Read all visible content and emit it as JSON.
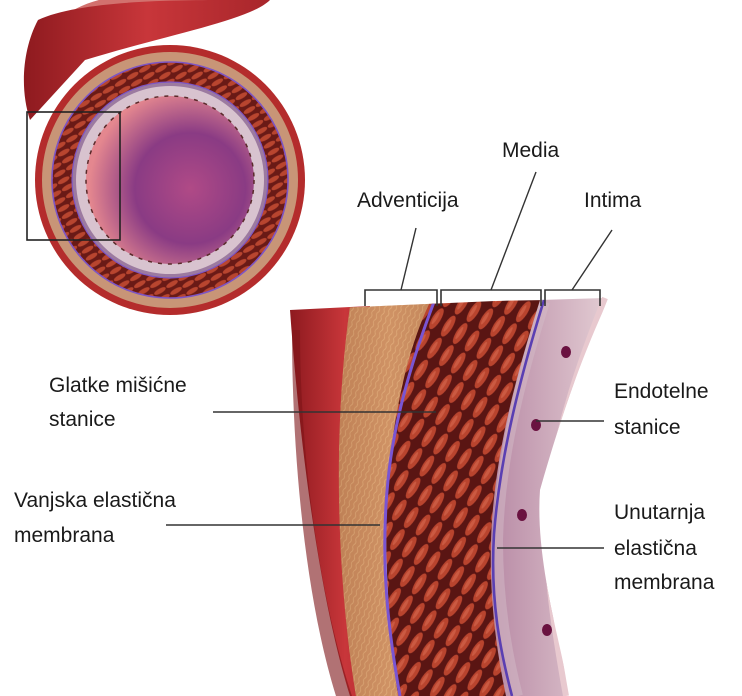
{
  "labels": {
    "media": "Media",
    "adventicija": "Adventicija",
    "intima": "Intima",
    "glatke_line1": "Glatke mišićne",
    "glatke_line2": "stanice",
    "endotelne_line1": "Endotelne",
    "endotelne_line2": "stanice",
    "vanjska_line1": "Vanjska elastična",
    "vanjska_line2": "membrana",
    "unutarnja_line1": "Unutarnja",
    "unutarnja_line2": "elastična",
    "unutarnja_line3": "membrana"
  },
  "colors": {
    "adventitia": "#c98a5e",
    "media_muscle": "#a33a2a",
    "media_dark": "#5e1714",
    "intima": "#c7a7b4",
    "elastic_membrane": "#7b55c8",
    "endothelial_nucleus": "#6a1240",
    "lumen": "#8f3f86",
    "outer_vessel": "#b32c2c"
  }
}
